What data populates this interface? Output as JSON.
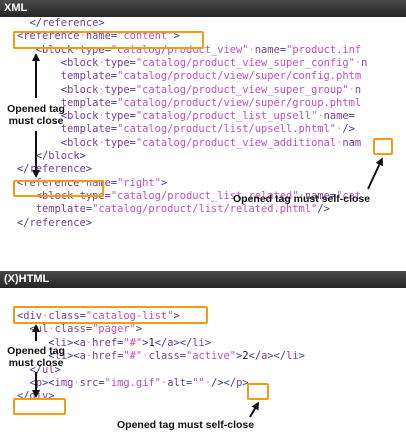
{
  "sections": [
    {
      "title": "XML"
    },
    {
      "title": "(X)HTML"
    }
  ],
  "xml_lines": [
    [
      [
        "x",
        "  "
      ],
      [
        "p",
        "</"
      ],
      [
        "t",
        "reference"
      ],
      [
        "p",
        ">"
      ]
    ],
    [
      [
        "p",
        "<"
      ],
      [
        "t",
        "reference"
      ],
      [
        "d",
        "·"
      ],
      [
        "a",
        "name"
      ],
      [
        "p",
        "="
      ],
      [
        "s",
        "\"content\""
      ],
      [
        "p",
        ">"
      ]
    ],
    [
      [
        "x",
        "   "
      ],
      [
        "p",
        "<"
      ],
      [
        "t",
        "block"
      ],
      [
        "d",
        "·"
      ],
      [
        "a",
        "type"
      ],
      [
        "p",
        "="
      ],
      [
        "s",
        "\"catalog/product_view\""
      ],
      [
        "d",
        "·"
      ],
      [
        "a",
        "name"
      ],
      [
        "p",
        "="
      ],
      [
        "s",
        "\"product.inf"
      ]
    ],
    [
      [
        "x",
        "       "
      ],
      [
        "p",
        "<"
      ],
      [
        "t",
        "block"
      ],
      [
        "d",
        "·"
      ],
      [
        "a",
        "type"
      ],
      [
        "p",
        "="
      ],
      [
        "s",
        "\"catalog/product_view_super_config\""
      ],
      [
        "d",
        "·"
      ],
      [
        "a",
        "n"
      ]
    ],
    [
      [
        "x",
        "       "
      ],
      [
        "a",
        "template"
      ],
      [
        "p",
        "="
      ],
      [
        "s",
        "\"catalog/product/view/super/config.phtm"
      ]
    ],
    [
      [
        "x",
        "       "
      ],
      [
        "p",
        "<"
      ],
      [
        "t",
        "block"
      ],
      [
        "d",
        "·"
      ],
      [
        "a",
        "type"
      ],
      [
        "p",
        "="
      ],
      [
        "s",
        "\"catalog/product_view_super_group\""
      ],
      [
        "d",
        "·"
      ],
      [
        "a",
        "n"
      ]
    ],
    [
      [
        "x",
        "       "
      ],
      [
        "a",
        "template"
      ],
      [
        "p",
        "="
      ],
      [
        "s",
        "\"catalog/product/view/super/group.phtml"
      ]
    ],
    [
      [
        "x",
        "       "
      ],
      [
        "p",
        "<"
      ],
      [
        "t",
        "block"
      ],
      [
        "d",
        "·"
      ],
      [
        "a",
        "type"
      ],
      [
        "p",
        "="
      ],
      [
        "s",
        "\"catalog/product_list_upsell\""
      ],
      [
        "d",
        "·"
      ],
      [
        "a",
        "name"
      ],
      [
        "p",
        "="
      ]
    ],
    [
      [
        "x",
        "       "
      ],
      [
        "a",
        "template"
      ],
      [
        "p",
        "="
      ],
      [
        "s",
        "\"catalog/product/list/upsell.phtml\""
      ],
      [
        "d",
        "·"
      ],
      [
        "p",
        "/>"
      ]
    ],
    [
      [
        "x",
        "       "
      ],
      [
        "p",
        "<"
      ],
      [
        "t",
        "block"
      ],
      [
        "d",
        "·"
      ],
      [
        "a",
        "type"
      ],
      [
        "p",
        "="
      ],
      [
        "s",
        "\"catalog/product_view_additional"
      ],
      [
        "d",
        "·"
      ],
      [
        "a",
        "nam"
      ]
    ],
    [
      [
        "x",
        "   "
      ],
      [
        "p",
        "</"
      ],
      [
        "t",
        "block"
      ],
      [
        "p",
        ">"
      ]
    ],
    [
      [
        "p",
        "</"
      ],
      [
        "t",
        "reference"
      ],
      [
        "p",
        ">"
      ]
    ],
    [
      [
        "p",
        "<"
      ],
      [
        "t",
        "reference"
      ],
      [
        "d",
        "·"
      ],
      [
        "a",
        "name"
      ],
      [
        "p",
        "="
      ],
      [
        "s",
        "\"right\""
      ],
      [
        "p",
        ">"
      ]
    ],
    [
      [
        "x",
        "   "
      ],
      [
        "p",
        "<"
      ],
      [
        "t",
        "block"
      ],
      [
        "d",
        "·"
      ],
      [
        "a",
        "type"
      ],
      [
        "p",
        "="
      ],
      [
        "s",
        "\"catalog/product_list_related\""
      ],
      [
        "d",
        "·"
      ],
      [
        "a",
        "name"
      ],
      [
        "p",
        "="
      ],
      [
        "s",
        "\"cat"
      ]
    ],
    [
      [
        "x",
        "   "
      ],
      [
        "a",
        "template"
      ],
      [
        "p",
        "="
      ],
      [
        "s",
        "\"catalog/product/list/related.phtml\""
      ],
      [
        "p",
        "/>"
      ]
    ],
    [
      [
        "p",
        "</"
      ],
      [
        "t",
        "reference"
      ],
      [
        "p",
        ">"
      ]
    ]
  ],
  "xhtml_lines": [
    [
      [
        "p",
        "<"
      ],
      [
        "t",
        "div"
      ],
      [
        "d",
        "·"
      ],
      [
        "a",
        "class"
      ],
      [
        "p",
        "="
      ],
      [
        "s",
        "\"catalog-list\""
      ],
      [
        "p",
        ">"
      ]
    ],
    [
      [
        "x",
        "  "
      ],
      [
        "p",
        "<"
      ],
      [
        "t",
        "ul"
      ],
      [
        "d",
        "·"
      ],
      [
        "a",
        "class"
      ],
      [
        "p",
        "="
      ],
      [
        "s",
        "\"pager\""
      ],
      [
        "p",
        ">"
      ]
    ],
    [
      [
        "x",
        "     "
      ],
      [
        "p",
        "<"
      ],
      [
        "t",
        "li"
      ],
      [
        "p",
        "><"
      ],
      [
        "t",
        "a"
      ],
      [
        "d",
        "·"
      ],
      [
        "a",
        "href"
      ],
      [
        "p",
        "="
      ],
      [
        "s",
        "\"#\""
      ],
      [
        "p",
        ">"
      ],
      [
        "x",
        "1"
      ],
      [
        "p",
        "</"
      ],
      [
        "t",
        "a"
      ],
      [
        "p",
        "></"
      ],
      [
        "t",
        "li"
      ],
      [
        "p",
        ">"
      ]
    ],
    [
      [
        "x",
        "     "
      ],
      [
        "p",
        "<"
      ],
      [
        "t",
        "li"
      ],
      [
        "p",
        "><"
      ],
      [
        "t",
        "a"
      ],
      [
        "d",
        "·"
      ],
      [
        "a",
        "href"
      ],
      [
        "p",
        "="
      ],
      [
        "s",
        "\"#\""
      ],
      [
        "d",
        "·"
      ],
      [
        "a",
        "class"
      ],
      [
        "p",
        "="
      ],
      [
        "s",
        "\"active\""
      ],
      [
        "p",
        ">"
      ],
      [
        "x",
        "2"
      ],
      [
        "p",
        "</"
      ],
      [
        "t",
        "a"
      ],
      [
        "p",
        "></"
      ],
      [
        "t",
        "li"
      ],
      [
        "p",
        ">"
      ]
    ],
    [
      [
        "x",
        "  "
      ],
      [
        "p",
        "</"
      ],
      [
        "t",
        "ul"
      ],
      [
        "p",
        ">"
      ]
    ],
    [
      [
        "x",
        "  "
      ],
      [
        "p",
        "<"
      ],
      [
        "t",
        "p"
      ],
      [
        "p",
        "><"
      ],
      [
        "t",
        "img"
      ],
      [
        "d",
        "·"
      ],
      [
        "a",
        "src"
      ],
      [
        "p",
        "="
      ],
      [
        "s",
        "\"img.gif\""
      ],
      [
        "d",
        "·"
      ],
      [
        "a",
        "alt"
      ],
      [
        "p",
        "="
      ],
      [
        "s",
        "\"\""
      ],
      [
        "d",
        "·"
      ],
      [
        "p",
        "/></"
      ],
      [
        "t",
        "p"
      ],
      [
        "p",
        ">"
      ]
    ],
    [
      [
        "p",
        "</"
      ],
      [
        "t",
        "div"
      ],
      [
        "p",
        ">"
      ]
    ]
  ],
  "notes": {
    "xml_opened_tag": "Opened tag",
    "xml_must_close": "must close",
    "xml_self_close": "Opened tag must self-close",
    "xhtml_opened_tag": "Opened tag",
    "xhtml_must_close": "must close",
    "xhtml_self_close": "Opened tag must self-close"
  },
  "colors": {
    "highlight_box": "#f39c12",
    "header_bg": "#333333",
    "tag": "#7a3d9c",
    "string": "#c04fc4",
    "punctuation": "#3b3b9a"
  }
}
